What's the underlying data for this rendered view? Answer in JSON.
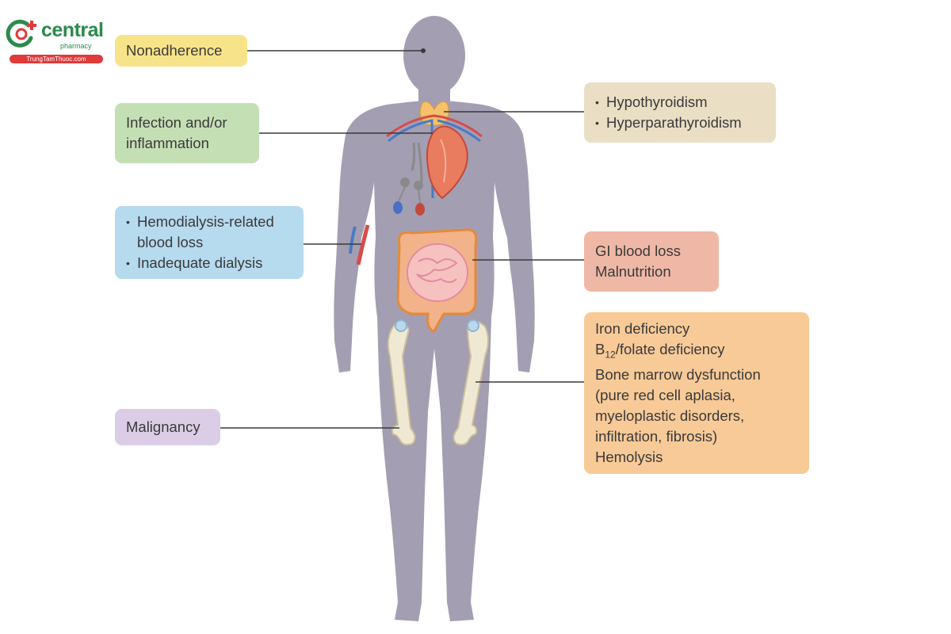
{
  "logo": {
    "name": "central",
    "sub": "pharmacy",
    "url": "TrungTamThuoc.com"
  },
  "labels": {
    "nonadherence": "Nonadherence",
    "infection": [
      "Infection and/or",
      "inflammation"
    ],
    "hemodialysis": [
      "Hemodialysis-related",
      "blood loss",
      "Inadequate dialysis"
    ],
    "malignancy": "Malignancy",
    "thyroid": [
      "Hypothyroidism",
      "Hyperparathyroidism"
    ],
    "gi": [
      "GI blood loss",
      "Malnutrition"
    ],
    "marrow": {
      "iron": "Iron deficiency",
      "b12_prefix": "B",
      "b12_sub": "12",
      "b12_rest": "/folate deficiency",
      "lines": [
        "Bone marrow dysfunction",
        "(pure red cell aplasia,",
        "myeloplastic disorders,",
        "infiltration, fibrosis)",
        "Hemolysis"
      ]
    }
  },
  "colors": {
    "body": "#a39eb2",
    "leader": "#3a3a3a",
    "nonadherence_box": "#f7e48a",
    "infection_box": "#c5dfb5",
    "hemodialysis_box": "#b6daee",
    "malignancy_box": "#dccde6",
    "thyroid_box": "#eadfc4",
    "gi_box": "#efb8a6",
    "marrow_box": "#f7ca98"
  }
}
